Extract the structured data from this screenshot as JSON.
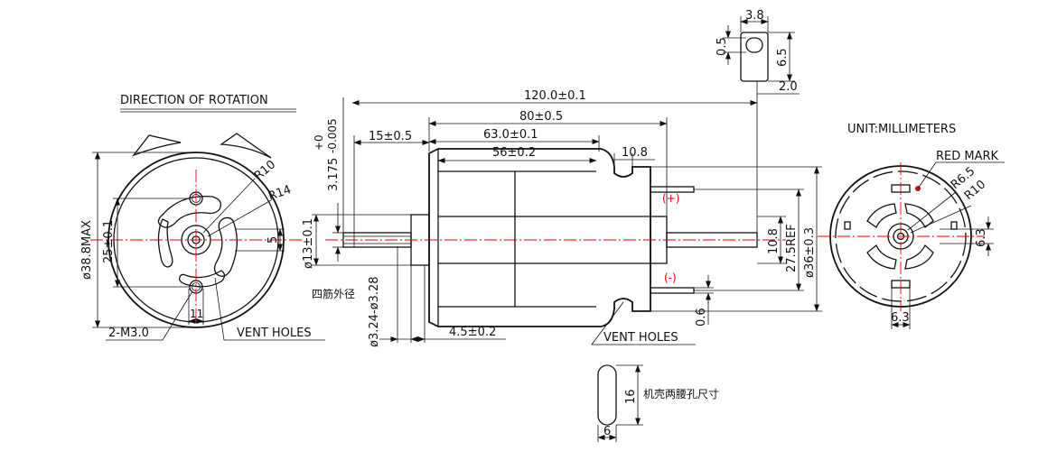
{
  "headings": {
    "rotation": "DIRECTION OF ROTATION",
    "unit": "UNIT:MILLIMETERS"
  },
  "left_view": {
    "dim_outer_dia": "ø38.8MAX",
    "dim_mount": "25±0.1",
    "r10": "R10",
    "r14": "R14",
    "dim_5": "5",
    "dim_11": "11",
    "screw": "2-M3.0",
    "vent": "VENT HOLES"
  },
  "side_view": {
    "shaft_dia": "3.175",
    "shaft_tol_upper": "+0",
    "shaft_tol_lower": "-0.005",
    "boss_dia": "ø13±0.1",
    "rib_dia": "ø3.24-ø3.28",
    "rib_label_cn": "四筋外径",
    "dim_total": "120.0±0.1",
    "dim_80": "80±0.5",
    "dim_63": "63.0±0.1",
    "dim_56": "56±0.2",
    "dim_15": "15±0.5",
    "dim_10_8_top": "10.8",
    "dim_4_5": "4.5±0.2",
    "vent": "VENT HOLES",
    "plus": "(+)",
    "minus": "(-)",
    "dim_10_8_side": "10.8",
    "dim_27_5": "27.5REF",
    "dim_36": "ø36±0.3",
    "dim_0_6": "0.6"
  },
  "terminal_detail": {
    "dim_3_8": "3.8",
    "dim_0_5": "0.5",
    "dim_6_5": "6.5",
    "dim_2_0": "2.0"
  },
  "right_view": {
    "red_mark": "RED MARK",
    "r6_5": "R6.5",
    "r10": "R10",
    "dim_6_3_side": "6.3",
    "dim_6_3_bottom": "6.3"
  },
  "slot_detail": {
    "dim_16": "16",
    "dim_6": "6",
    "label_cn": "机壳两腰孔尺寸"
  },
  "colors": {
    "line": "#111111",
    "centerline": "#e00000"
  }
}
